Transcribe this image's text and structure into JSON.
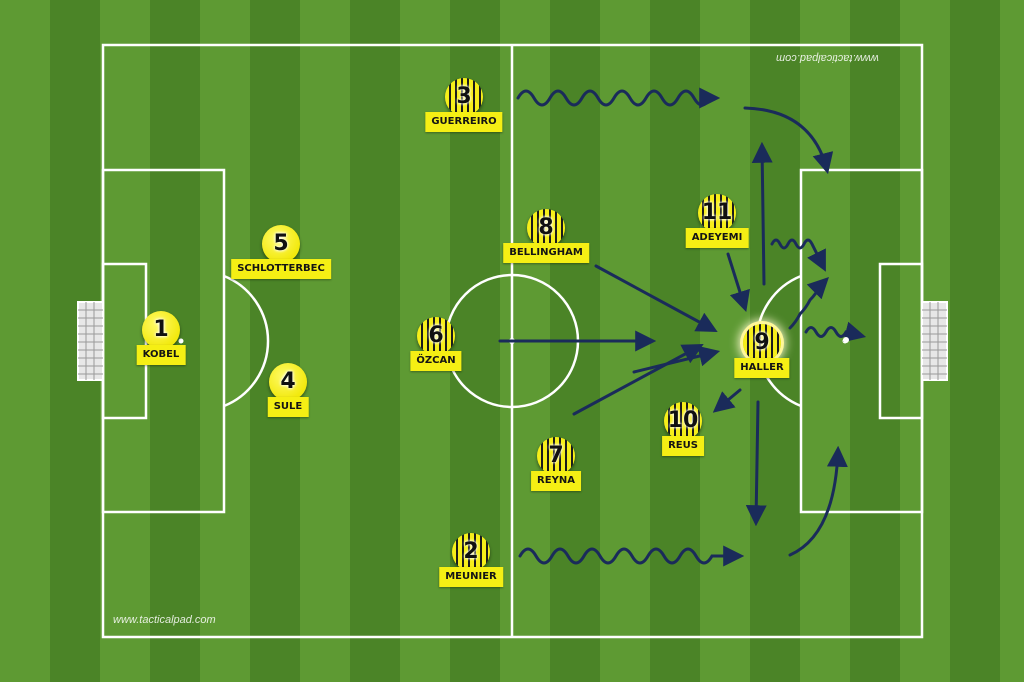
{
  "players": [
    {
      "id": "p1",
      "number": "1",
      "name": "KOBEL"
    },
    {
      "id": "p5",
      "number": "5",
      "name": "SCHLOTTERBEC"
    },
    {
      "id": "p4",
      "number": "4",
      "name": "SULE"
    },
    {
      "id": "p3",
      "number": "3",
      "name": "GUERREIRO"
    },
    {
      "id": "p8",
      "number": "8",
      "name": "BELLINGHAM"
    },
    {
      "id": "p6",
      "number": "6",
      "name": "ÖZCAN"
    },
    {
      "id": "p7",
      "number": "7",
      "name": "REYNA"
    },
    {
      "id": "p2",
      "number": "2",
      "name": "MEUNIER"
    },
    {
      "id": "p11",
      "number": "11",
      "name": "ADEYEMI"
    },
    {
      "id": "p9",
      "number": "9",
      "name": "HALLER"
    },
    {
      "id": "p10",
      "number": "10",
      "name": "REUS"
    }
  ],
  "watermark": {
    "bottom": "www.tacticalpad.com",
    "top": "www.tacticalpad.com"
  },
  "colors": {
    "grass_light": "#5e9a33",
    "grass_dark": "#4b8427",
    "line": "#ffffff",
    "arrow": "#1a2b5a",
    "shirt_yellow": "#f6ee1a",
    "shirt_black": "#1b1b1b"
  }
}
